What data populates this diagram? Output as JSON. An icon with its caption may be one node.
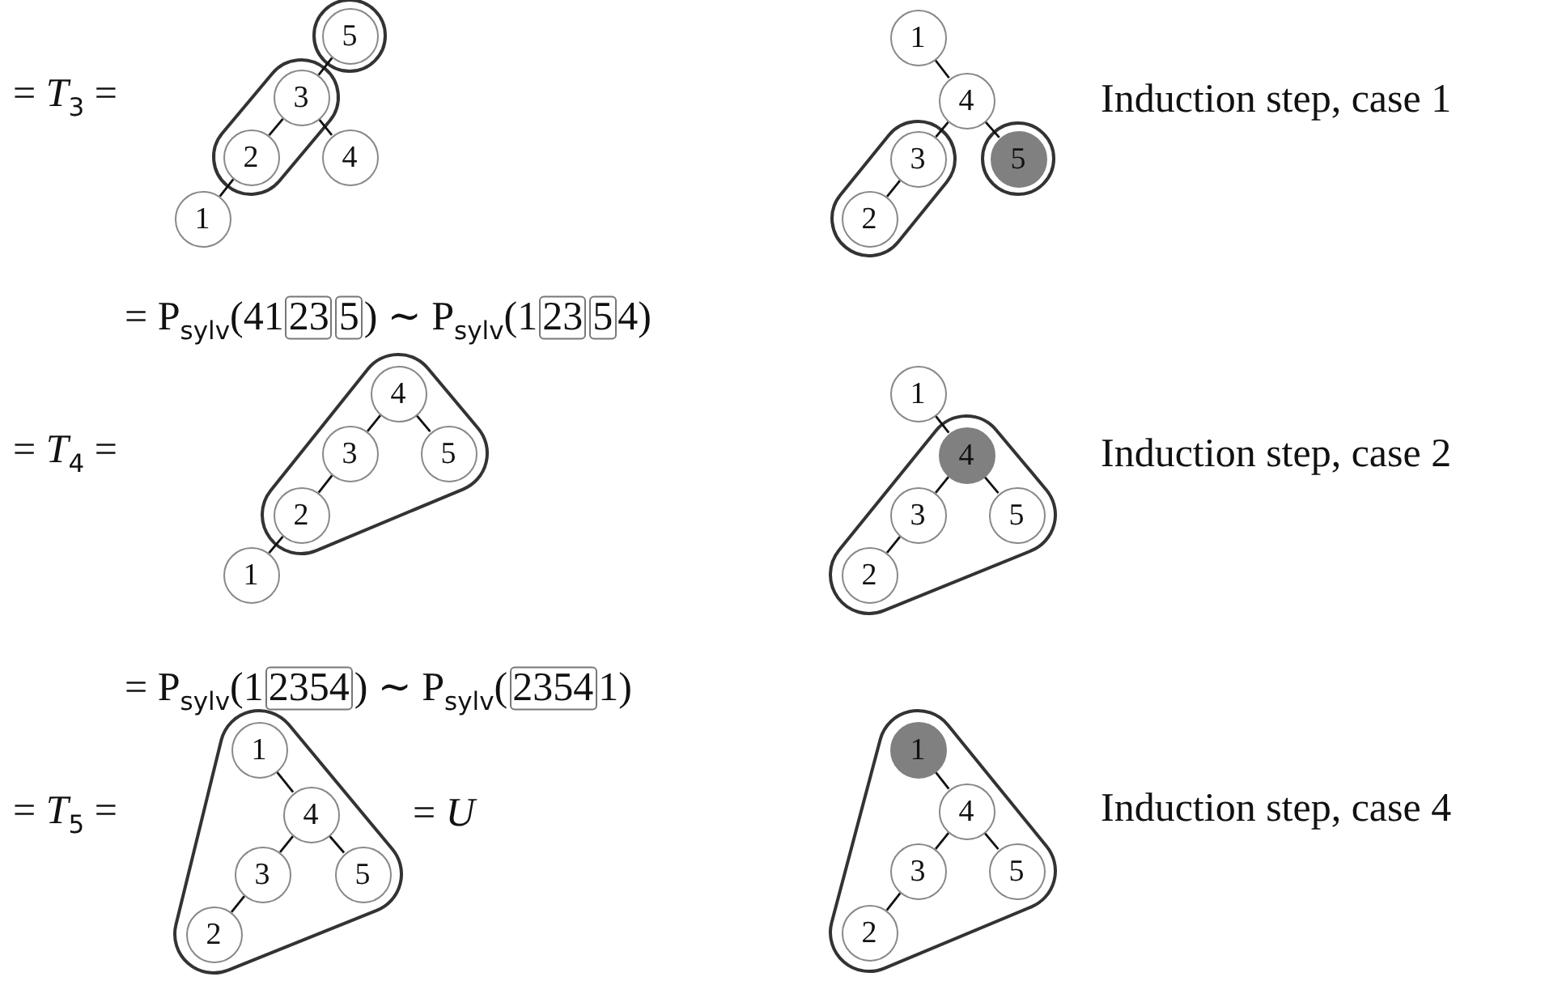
{
  "diagram": {
    "nodes": [
      {
        "text": [
          "5"
        ]
      },
      {
        "text": [
          "3"
        ]
      },
      {
        "text": [
          "2"
        ]
      },
      {
        "text": [
          "4"
        ]
      },
      {
        "text": [
          "1"
        ]
      },
      {
        "text": [
          "1"
        ]
      },
      {
        "text": [
          "4"
        ]
      },
      {
        "text": [
          "3"
        ]
      },
      {
        "text": [
          "5"
        ]
      },
      {
        "text": [
          "2"
        ]
      },
      {
        "text": [
          "23"
        ]
      },
      {
        "text": [
          "5"
        ]
      },
      {
        "text": [
          "23"
        ]
      },
      {
        "text": [
          "5"
        ]
      },
      {
        "text": [
          "4"
        ]
      },
      {
        "text": [
          "3"
        ]
      },
      {
        "text": [
          "5"
        ]
      },
      {
        "text": [
          "2"
        ]
      },
      {
        "text": [
          "1"
        ]
      },
      {
        "text": [
          "1"
        ]
      },
      {
        "text": [
          "4"
        ]
      },
      {
        "text": [
          "3"
        ]
      },
      {
        "text": [
          "5"
        ]
      },
      {
        "text": [
          "2"
        ]
      },
      {
        "text": [
          "2354"
        ]
      },
      {
        "text": [
          "2354"
        ]
      },
      {
        "text": [
          "1"
        ]
      },
      {
        "text": [
          "4"
        ]
      },
      {
        "text": [
          "3"
        ]
      },
      {
        "text": [
          "5"
        ]
      },
      {
        "text": [
          "2"
        ]
      },
      {
        "text": [
          "1"
        ]
      },
      {
        "text": [
          "4"
        ]
      },
      {
        "text": [
          "3"
        ]
      },
      {
        "text": [
          "5"
        ]
      },
      {
        "text": [
          "2"
        ]
      }
    ],
    "edges": [
      {
        "from": 0,
        "to": 1,
        "arrow": "none"
      },
      {
        "from": 1,
        "to": 2,
        "arrow": "none"
      },
      {
        "from": 1,
        "to": 3,
        "arrow": "none"
      },
      {
        "from": 2,
        "to": 4,
        "arrow": "none"
      },
      {
        "from": 5,
        "to": 6,
        "arrow": "none"
      },
      {
        "from": 6,
        "to": 7,
        "arrow": "none"
      },
      {
        "from": 6,
        "to": 8,
        "arrow": "none"
      },
      {
        "from": 7,
        "to": 9,
        "arrow": "none"
      },
      {
        "from": 14,
        "to": 15,
        "arrow": "none"
      },
      {
        "from": 14,
        "to": 16,
        "arrow": "none"
      },
      {
        "from": 15,
        "to": 17,
        "arrow": "none"
      },
      {
        "from": 17,
        "to": 18,
        "arrow": "none"
      },
      {
        "from": 19,
        "to": 20,
        "arrow": "none"
      },
      {
        "from": 20,
        "to": 21,
        "arrow": "none"
      },
      {
        "from": 20,
        "to": 22,
        "arrow": "none"
      },
      {
        "from": 21,
        "to": 23,
        "arrow": "none"
      },
      {
        "from": 26,
        "to": 27,
        "arrow": "none"
      },
      {
        "from": 27,
        "to": 28,
        "arrow": "none"
      },
      {
        "from": 27,
        "to": 29,
        "arrow": "none"
      },
      {
        "from": 28,
        "to": 30,
        "arrow": "none"
      },
      {
        "from": 31,
        "to": 32,
        "arrow": "none"
      },
      {
        "from": 32,
        "to": 33,
        "arrow": "none"
      },
      {
        "from": 32,
        "to": 34,
        "arrow": "none"
      },
      {
        "from": 33,
        "to": 35,
        "arrow": "none"
      }
    ],
    "labels": [
      "= *T*$_{3}$ =",
      "Induction step, case 1",
      "= P$_{sylv}$(41",
      ") ∼ P$_{sylv}$(1",
      "4)",
      "= *T*$_{4}$ =",
      "Induction step, case 2",
      "= P$_{sylv}$(1",
      ") ∼ P$_{sylv}$(",
      "1)",
      "= *T*$_{5}$ =",
      "= *U*",
      "Induction step, case 4"
    ]
  }
}
